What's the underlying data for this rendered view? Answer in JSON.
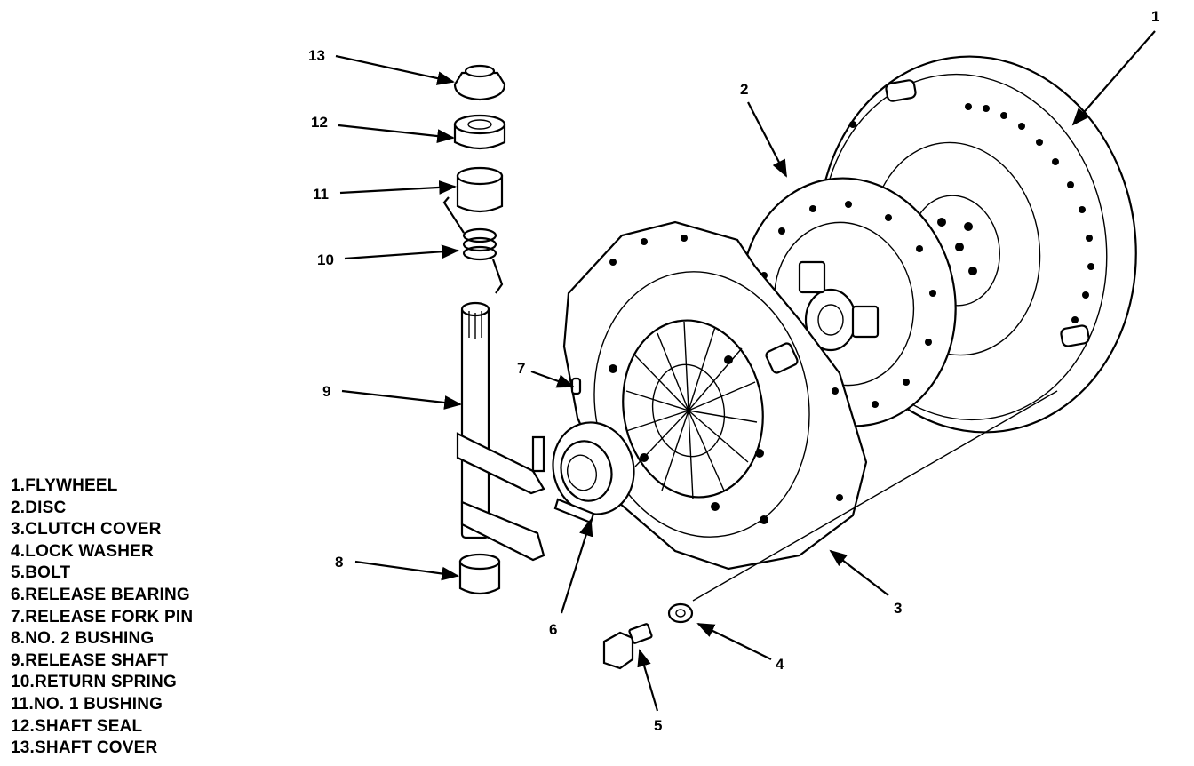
{
  "legend": [
    {
      "num": "1",
      "name": "FLYWHEEL"
    },
    {
      "num": "2",
      "name": "DISC"
    },
    {
      "num": "3",
      "name": "CLUTCH COVER"
    },
    {
      "num": "4",
      "name": "LOCK WASHER"
    },
    {
      "num": "5",
      "name": "BOLT"
    },
    {
      "num": "6",
      "name": "RELEASE BEARING"
    },
    {
      "num": "7",
      "name": "RELEASE FORK PIN"
    },
    {
      "num": "8",
      "name": "NO. 2 BUSHING"
    },
    {
      "num": "9",
      "name": "RELEASE SHAFT"
    },
    {
      "num": "10",
      "name": "RETURN SPRING"
    },
    {
      "num": "11",
      "name": "NO. 1 BUSHING"
    },
    {
      "num": "12",
      "name": "SHAFT SEAL"
    },
    {
      "num": "13",
      "name": "SHAFT COVER"
    }
  ],
  "callouts": {
    "c1": "1",
    "c2": "2",
    "c3": "3",
    "c4": "4",
    "c5": "5",
    "c6": "6",
    "c7": "7",
    "c8": "8",
    "c9": "9",
    "c10": "10",
    "c11": "11",
    "c12": "12",
    "c13": "13"
  }
}
